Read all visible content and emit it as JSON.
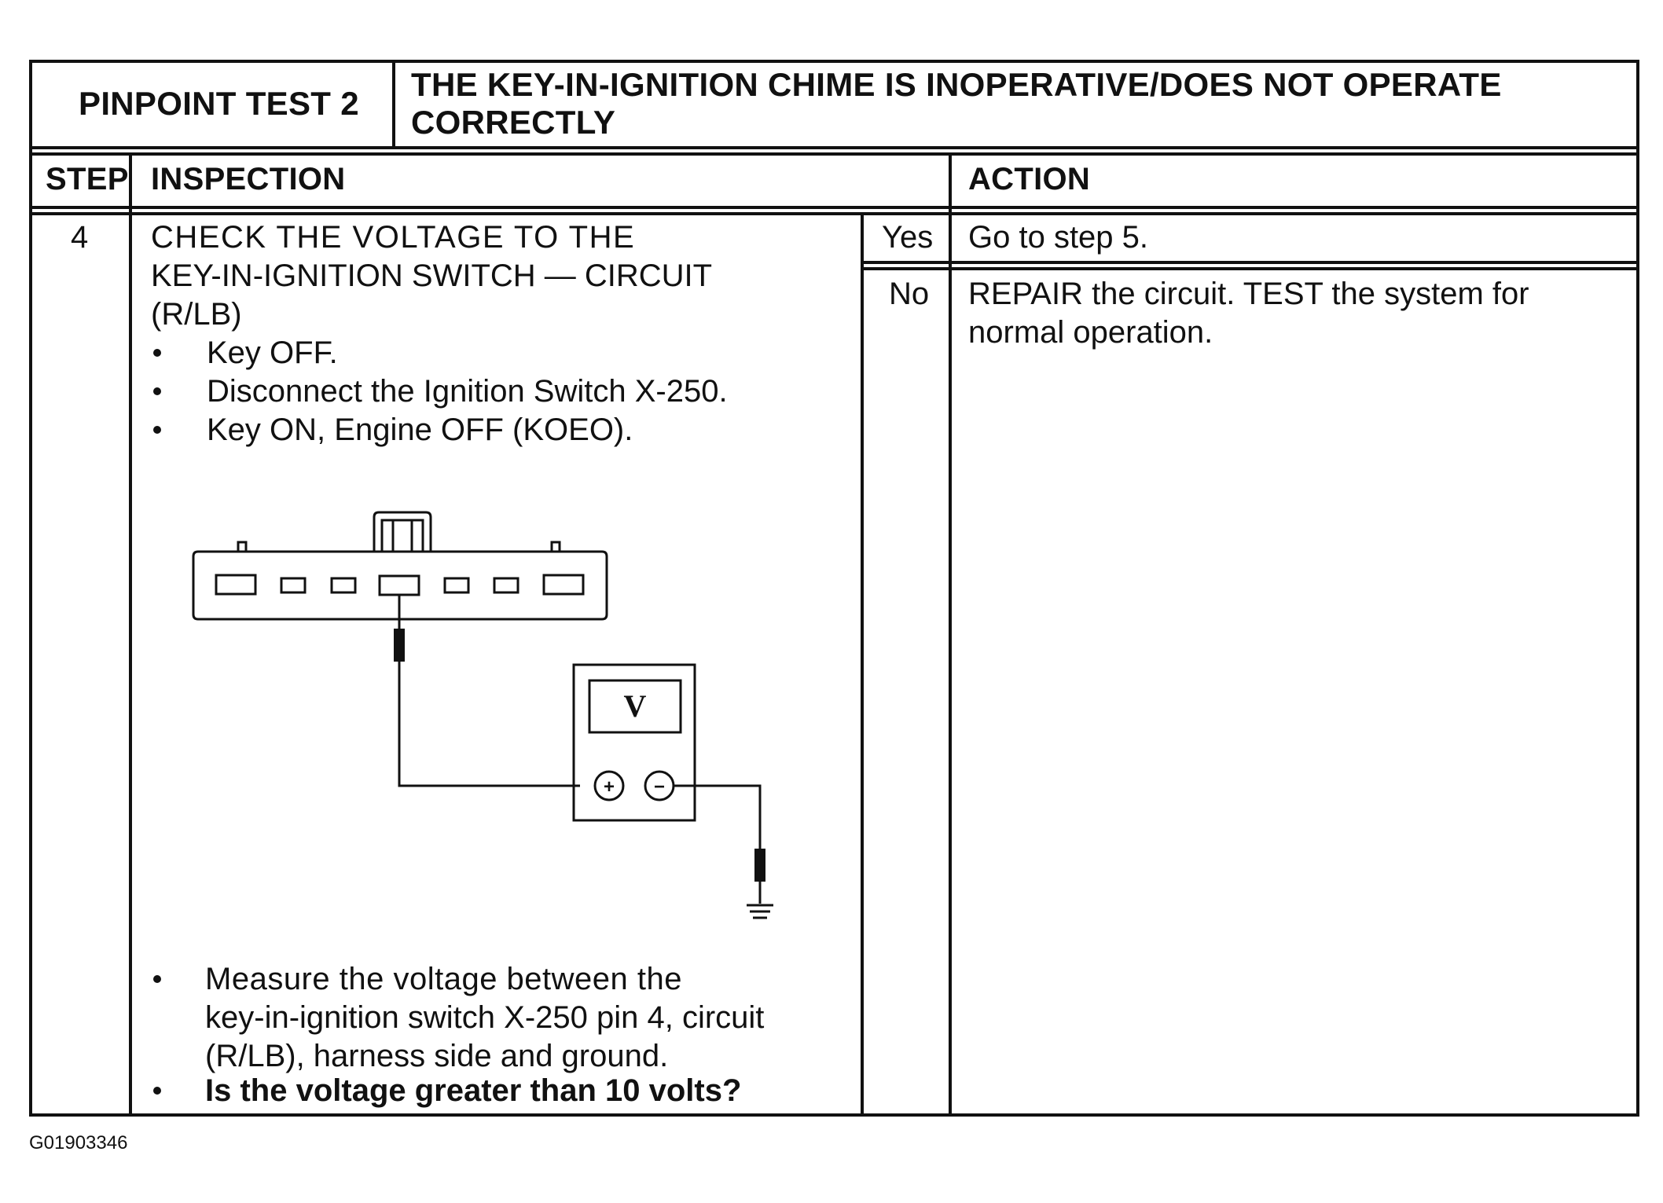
{
  "header": {
    "test_label": "PINPOINT TEST 2",
    "test_title_line1": "THE KEY-IN-IGNITION CHIME IS INOPERATIVE/DOES NOT OPERATE",
    "test_title_line2": "CORRECTLY"
  },
  "columns": {
    "step": "STEP",
    "inspection": "INSPECTION",
    "action": "ACTION"
  },
  "step": {
    "number": "4",
    "title_lines": [
      "CHECK THE VOLTAGE TO THE",
      "KEY-IN-IGNITION SWITCH — CIRCUIT",
      "(R/LB)"
    ],
    "bullets_before": [
      "Key OFF.",
      "Disconnect the Ignition Switch X-250.",
      "Key ON, Engine OFF (KOEO)."
    ],
    "bullets_after": {
      "measure_lines": [
        "Measure the voltage between the",
        "key-in-ignition switch X-250 pin 4, circuit",
        "(R/LB), harness side and ground."
      ],
      "question": "Is the voltage greater than 10 volts?"
    }
  },
  "answers": [
    {
      "label": "Yes",
      "action_lines": [
        "Go to step 5."
      ]
    },
    {
      "label": "No",
      "action_lines": [
        "REPAIR the circuit.  TEST the system for",
        "normal operation."
      ]
    }
  ],
  "diagram": {
    "meter_symbol": "V",
    "plus_symbol": "+",
    "minus_symbol": "−"
  },
  "figure_id": "G01903346"
}
